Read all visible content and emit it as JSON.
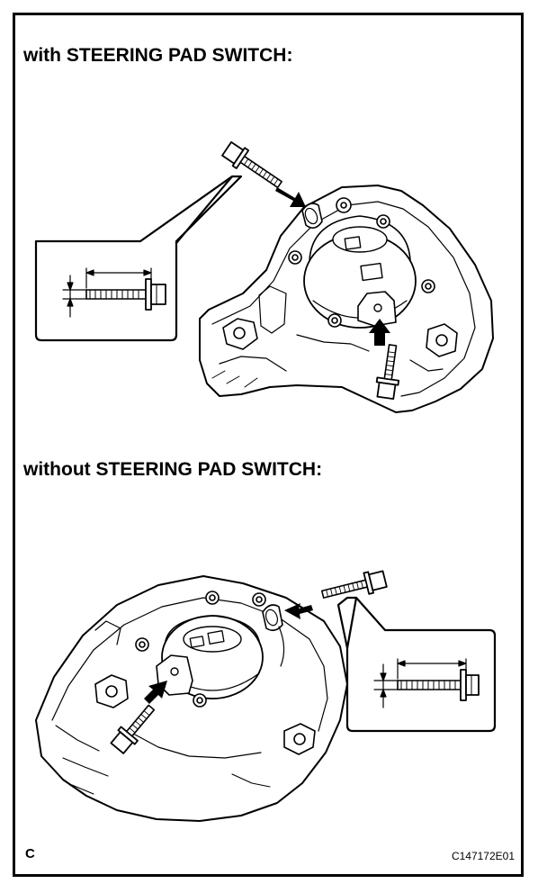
{
  "section_top": {
    "heading": "with STEERING PAD SWITCH:"
  },
  "section_bottom": {
    "heading": "without STEERING PAD SWITCH:"
  },
  "footer": {
    "view_letter": "C",
    "figure_code": "C147172E01"
  },
  "colors": {
    "ink": "#000000",
    "paper": "#ffffff"
  },
  "icons": {
    "bolt": "bolt-icon",
    "arrow": "insertion-arrow-icon",
    "steering_pad": "steering-pad-assembly",
    "callout": "bolt-length-callout"
  }
}
